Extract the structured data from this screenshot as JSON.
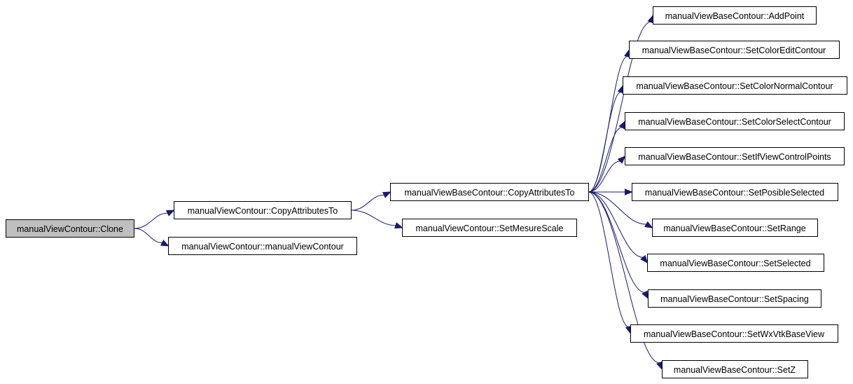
{
  "graph": {
    "nodes": {
      "clone": "manualViewContour::Clone",
      "contour_copy_attributes_to": "manualViewContour::CopyAttributesTo",
      "contour_constructor": "manualViewContour::manualViewContour",
      "base_copy_attributes_to": "manualViewBaseContour::CopyAttributesTo",
      "set_mesure_scale": "manualViewContour::SetMesureScale",
      "add_point": "manualViewBaseContour::AddPoint",
      "set_color_edit_contour": "manualViewBaseContour::SetColorEditContour",
      "set_color_normal_contour": "manualViewBaseContour::SetColorNormalContour",
      "set_color_select_contour": "manualViewBaseContour::SetColorSelectContour",
      "set_if_view_control_points": "manualViewBaseContour::SetIfViewControlPoints",
      "set_posible_selected": "manualViewBaseContour::SetPosibleSelected",
      "set_range": "manualViewBaseContour::SetRange",
      "set_selected": "manualViewBaseContour::SetSelected",
      "set_spacing": "manualViewBaseContour::SetSpacing",
      "set_wx_vtk_base_view": "manualViewBaseContour::SetWxVtkBaseView",
      "set_z": "manualViewBaseContour::SetZ"
    },
    "edges": [
      [
        "clone",
        "contour_copy_attributes_to"
      ],
      [
        "clone",
        "contour_constructor"
      ],
      [
        "contour_copy_attributes_to",
        "base_copy_attributes_to"
      ],
      [
        "contour_copy_attributes_to",
        "set_mesure_scale"
      ],
      [
        "base_copy_attributes_to",
        "add_point"
      ],
      [
        "base_copy_attributes_to",
        "set_color_edit_contour"
      ],
      [
        "base_copy_attributes_to",
        "set_color_normal_contour"
      ],
      [
        "base_copy_attributes_to",
        "set_color_select_contour"
      ],
      [
        "base_copy_attributes_to",
        "set_if_view_control_points"
      ],
      [
        "base_copy_attributes_to",
        "set_posible_selected"
      ],
      [
        "base_copy_attributes_to",
        "set_range"
      ],
      [
        "base_copy_attributes_to",
        "set_selected"
      ],
      [
        "base_copy_attributes_to",
        "set_spacing"
      ],
      [
        "base_copy_attributes_to",
        "set_wx_vtk_base_view"
      ],
      [
        "base_copy_attributes_to",
        "set_z"
      ]
    ],
    "colors": {
      "edge": "#191970",
      "root_fill": "#bfbfbf",
      "node_fill": "#ffffff",
      "node_border": "#000000"
    }
  }
}
